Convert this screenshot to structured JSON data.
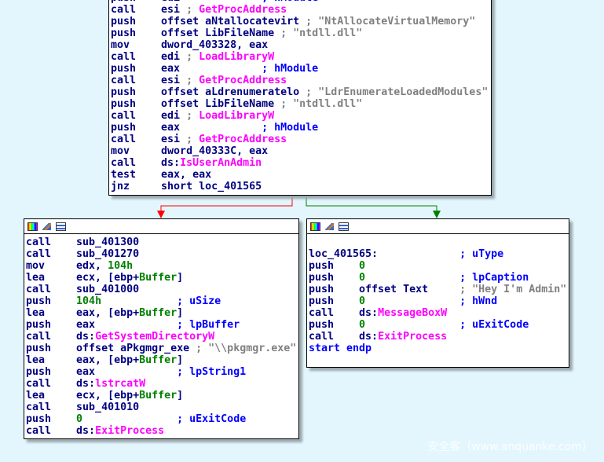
{
  "blocks": {
    "top": [
      [
        [
          "push    edi",
          "ins"
        ],
        [
          "             ; hModule",
          "cmt"
        ]
      ],
      [
        [
          "call    esi ",
          "ins"
        ],
        [
          "; ",
          "str"
        ],
        [
          "GetProcAddress",
          "imp"
        ]
      ],
      [
        [
          "push    offset aNtallocatevirt ",
          "ins"
        ],
        [
          "; \"NtAllocateVirtualMemory\"",
          "str"
        ]
      ],
      [
        [
          "push    offset LibFileName ",
          "ins"
        ],
        [
          "; \"ntdll.dll\"",
          "str"
        ]
      ],
      [
        [
          "mov     dword_403328, eax",
          "ins"
        ]
      ],
      [
        [
          "call    edi ",
          "ins"
        ],
        [
          "; ",
          "str"
        ],
        [
          "LoadLibraryW",
          "imp"
        ]
      ],
      [
        [
          "push    eax",
          "ins"
        ],
        [
          "             ; hModule",
          "cmt"
        ]
      ],
      [
        [
          "call    esi ",
          "ins"
        ],
        [
          "; ",
          "str"
        ],
        [
          "GetProcAddress",
          "imp"
        ]
      ],
      [
        [
          "push    offset aLdrenumeratelo ",
          "ins"
        ],
        [
          "; \"LdrEnumerateLoadedModules\"",
          "str"
        ]
      ],
      [
        [
          "push    offset LibFileName ",
          "ins"
        ],
        [
          "; \"ntdll.dll\"",
          "str"
        ]
      ],
      [
        [
          "call    edi ",
          "ins"
        ],
        [
          "; ",
          "str"
        ],
        [
          "LoadLibraryW",
          "imp"
        ]
      ],
      [
        [
          "push    eax",
          "ins"
        ],
        [
          "             ; hModule",
          "cmt"
        ]
      ],
      [
        [
          "call    esi ",
          "ins"
        ],
        [
          "; ",
          "str"
        ],
        [
          "GetProcAddress",
          "imp"
        ]
      ],
      [
        [
          "mov     dword_40333C, eax",
          "ins"
        ]
      ],
      [
        [
          "call    ds:",
          "ins"
        ],
        [
          "IsUserAnAdmin",
          "imp"
        ]
      ],
      [
        [
          "test    eax, eax",
          "ins"
        ]
      ],
      [
        [
          "jnz     short loc_401565",
          "ins"
        ]
      ]
    ],
    "left": [
      [
        [
          "call    sub_401300",
          "ins"
        ]
      ],
      [
        [
          "call    sub_401270",
          "ins"
        ]
      ],
      [
        [
          "mov     edx, ",
          "ins"
        ],
        [
          "104h",
          "num"
        ]
      ],
      [
        [
          "lea     ecx, [ebp+",
          "ins"
        ],
        [
          "Buffer",
          "num"
        ],
        [
          "]",
          "ins"
        ]
      ],
      [
        [
          "call    sub_401000",
          "ins"
        ]
      ],
      [
        [
          "push    ",
          "ins"
        ],
        [
          "104h",
          "num"
        ],
        [
          "            ; uSize",
          "cmt"
        ]
      ],
      [
        [
          "lea     eax, [ebp+",
          "ins"
        ],
        [
          "Buffer",
          "num"
        ],
        [
          "]",
          "ins"
        ]
      ],
      [
        [
          "push    eax",
          "ins"
        ],
        [
          "             ; lpBuffer",
          "cmt"
        ]
      ],
      [
        [
          "call    ds:",
          "ins"
        ],
        [
          "GetSystemDirectoryW",
          "imp"
        ]
      ],
      [
        [
          "push    offset aPkgmgr_exe ",
          "ins"
        ],
        [
          "; \"\\\\pkgmgr.exe\"",
          "str"
        ]
      ],
      [
        [
          "lea     eax, [ebp+",
          "ins"
        ],
        [
          "Buffer",
          "num"
        ],
        [
          "]",
          "ins"
        ]
      ],
      [
        [
          "push    eax",
          "ins"
        ],
        [
          "             ; lpString1",
          "cmt"
        ]
      ],
      [
        [
          "call    ds:",
          "ins"
        ],
        [
          "lstrcatW",
          "imp"
        ]
      ],
      [
        [
          "lea     ecx, [ebp+",
          "ins"
        ],
        [
          "Buffer",
          "num"
        ],
        [
          "]",
          "ins"
        ]
      ],
      [
        [
          "call    sub_401010",
          "ins"
        ]
      ],
      [
        [
          "push    ",
          "ins"
        ],
        [
          "0",
          "num"
        ],
        [
          "               ; uExitCode",
          "cmt"
        ]
      ],
      [
        [
          "call    ds:",
          "ins"
        ],
        [
          "ExitProcess",
          "imp"
        ]
      ]
    ],
    "right": [
      [
        [
          "",
          "ins"
        ]
      ],
      [
        [
          "loc_401565:",
          "ins"
        ],
        [
          "             ; uType",
          "cmt"
        ]
      ],
      [
        [
          "push    ",
          "ins"
        ],
        [
          "0",
          "num"
        ]
      ],
      [
        [
          "push    ",
          "ins"
        ],
        [
          "0",
          "num"
        ],
        [
          "               ; lpCaption",
          "cmt"
        ]
      ],
      [
        [
          "push    offset Text     ",
          "ins"
        ],
        [
          "; \"Hey I'm Admin\"",
          "str"
        ]
      ],
      [
        [
          "push    ",
          "ins"
        ],
        [
          "0",
          "num"
        ],
        [
          "               ; hWnd",
          "cmt"
        ]
      ],
      [
        [
          "call    ds:",
          "ins"
        ],
        [
          "MessageBoxW",
          "imp"
        ]
      ],
      [
        [
          "push    ",
          "ins"
        ],
        [
          "0",
          "num"
        ],
        [
          "               ; uExitCode",
          "cmt"
        ]
      ],
      [
        [
          "call    ds:",
          "ins"
        ],
        [
          "ExitProcess",
          "imp"
        ]
      ],
      [
        [
          "start endp",
          "cmt"
        ]
      ]
    ]
  },
  "watermark": "安全客（www.anquanke.com）",
  "colors": {
    "false_edge": "#ff0000",
    "true_edge": "#008000",
    "bg": "#e3f6fe"
  }
}
